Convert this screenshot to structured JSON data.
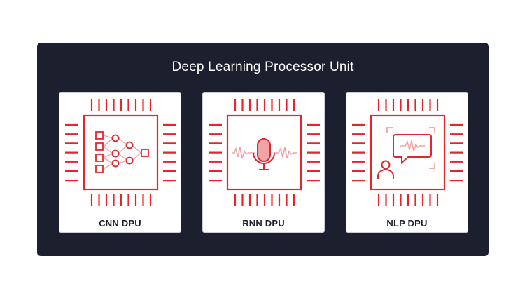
{
  "title": "Deep Learning Processor Unit",
  "cards": [
    {
      "label": "CNN DPU",
      "icon": "neural-network-icon"
    },
    {
      "label": "RNN DPU",
      "icon": "microphone-waveform-icon"
    },
    {
      "label": "NLP DPU",
      "icon": "speech-bubble-person-icon"
    }
  ],
  "colors": {
    "panel": "#1b1f2e",
    "accent": "#e3262e",
    "accent_light": "#f0a4a8",
    "card": "#ffffff"
  }
}
